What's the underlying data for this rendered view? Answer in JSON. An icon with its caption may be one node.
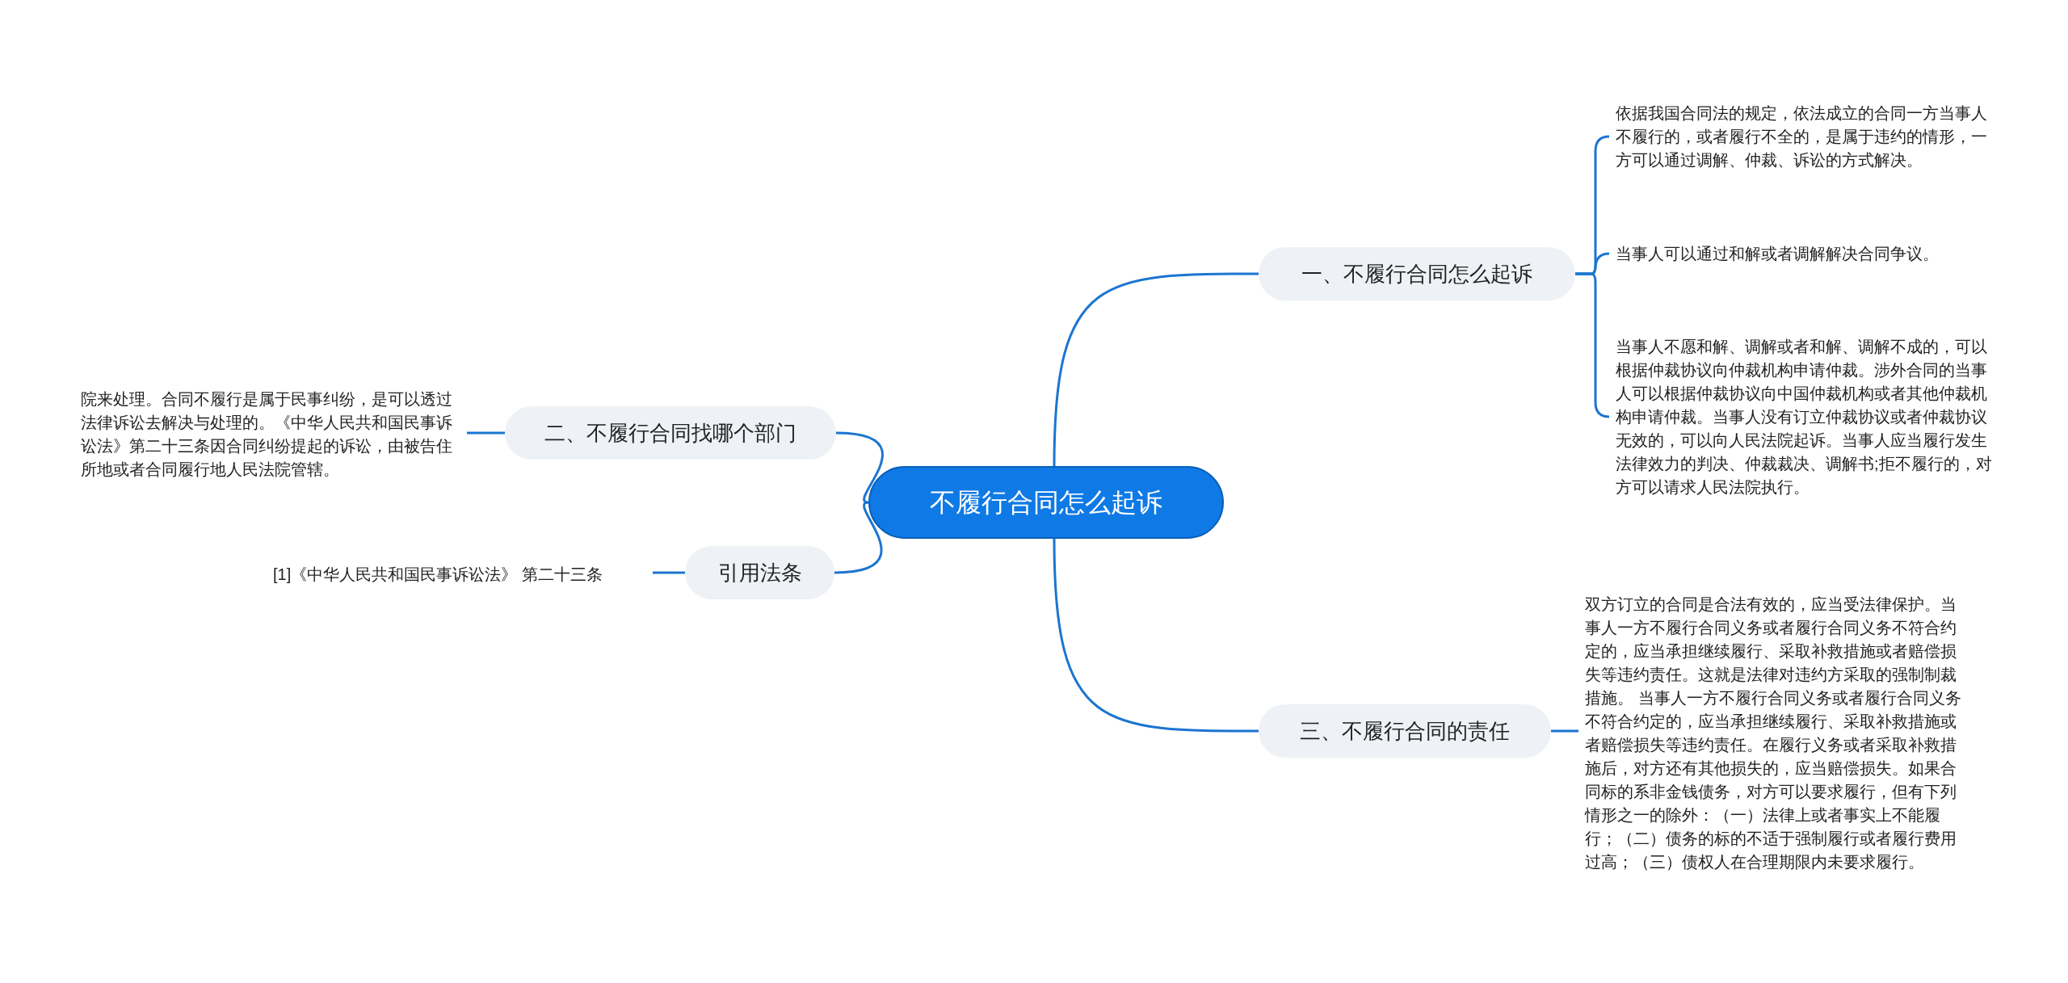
{
  "diagram": {
    "nodes": [
      {
        "text": [
          "不履行合同怎么起诉"
        ]
      },
      {
        "text": [
          "一、不履行合同怎么起诉"
        ]
      },
      {
        "text": [
          "依据我国合同法的规定，依法成立的合同一方当事人不履行的，或者履行不全的，是属于违约的情形，一方可以通过调解、仲裁、诉讼的方式解决。"
        ]
      },
      {
        "text": [
          "当事人可以通过和解或者调解解决合同争议。"
        ]
      },
      {
        "text": [
          "当事人不愿和解、调解或者和解、调解不成的，可以根据仲裁协议向仲裁机构申请仲裁。涉外合同的当事人可以根据仲裁协议向中国仲裁机构或者其他仲裁机构申请仲裁。当事人没有订立仲裁协议或者仲裁协议无效的，可以向人民法院起诉。当事人应当履行发生法律效力的判决、仲裁裁决、调解书;拒不履行的，对方可以请求人民法院执行。"
        ]
      },
      {
        "text": [
          "二、不履行合同找哪个部门"
        ]
      },
      {
        "text": [
          "院来处理。合同不履行是属于民事纠纷，是可以透过法律诉讼去解决与处理的。《中华人民共和国民事诉讼法》第二十三条因合同纠纷提起的诉讼，由被告住所地或者合同履行地人民法院管辖。"
        ]
      },
      {
        "text": [
          "引用法条"
        ]
      },
      {
        "text": [
          "[1]《中华人民共和国民事诉讼法》 第二十三条"
        ]
      },
      {
        "text": [
          "三、不履行合同的责任"
        ]
      },
      {
        "text": [
          "双方订立的合同是合法有效的，应当受法律保护。当事人一方不履行合同义务或者履行合同义务不符合约定的，应当承担继续履行、采取补救措施或者赔偿损失等违约责任。这就是法律对违约方采取的强制制裁措施。 当事人一方不履行合同义务或者履行合同义务不符合约定的，应当承担继续履行、采取补救措施或者赔偿损失等违约责任。在履行义务或者采取补救措施后，对方还有其他损失的，应当赔偿损失。如果合同标的系非金钱债务，对方可以要求履行，但有下列情形之一的除外：（一）法律上或者事实上不能履行；（二）债务的标的不适于强制履行或者履行费用过高；（三）债权人在合理期限内未要求履行。"
        ]
      }
    ],
    "edges": [
      {
        "from": 0,
        "to": 1,
        "arrow": "none"
      },
      {
        "from": 1,
        "to": 2,
        "arrow": "none"
      },
      {
        "from": 1,
        "to": 3,
        "arrow": "none"
      },
      {
        "from": 1,
        "to": 4,
        "arrow": "none"
      },
      {
        "from": 0,
        "to": 5,
        "arrow": "none"
      },
      {
        "from": 5,
        "to": 6,
        "arrow": "none"
      },
      {
        "from": 0,
        "to": 7,
        "arrow": "none"
      },
      {
        "from": 7,
        "to": 8,
        "arrow": "none"
      },
      {
        "from": 0,
        "to": 9,
        "arrow": "none"
      },
      {
        "from": 9,
        "to": 10,
        "arrow": "none"
      }
    ]
  }
}
